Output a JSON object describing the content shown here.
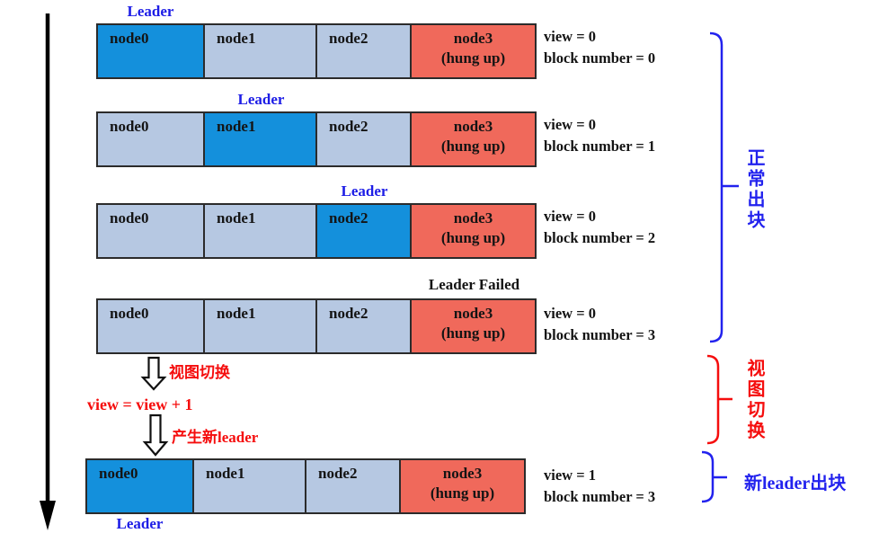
{
  "rows": [
    {
      "leader_label": "Leader",
      "nodes": [
        {
          "name": "node0"
        },
        {
          "name": "node1"
        },
        {
          "name": "node2"
        },
        {
          "name": "node3",
          "status": "(hung up)"
        }
      ],
      "view": "view = 0",
      "block": "block number = 0"
    },
    {
      "leader_label": "Leader",
      "nodes": [
        {
          "name": "node0"
        },
        {
          "name": "node1"
        },
        {
          "name": "node2"
        },
        {
          "name": "node3",
          "status": "(hung up)"
        }
      ],
      "view": "view = 0",
      "block": "block number = 1"
    },
    {
      "leader_label": "Leader",
      "nodes": [
        {
          "name": "node0"
        },
        {
          "name": "node1"
        },
        {
          "name": "node2"
        },
        {
          "name": "node3",
          "status": "(hung up)"
        }
      ],
      "view": "view = 0",
      "block": "block number = 2"
    },
    {
      "leader_label": "Leader Failed",
      "nodes": [
        {
          "name": "node0"
        },
        {
          "name": "node1"
        },
        {
          "name": "node2"
        },
        {
          "name": "node3",
          "status": "(hung up)"
        }
      ],
      "view": "view = 0",
      "block": "block number = 3"
    },
    {
      "leader_label": "Leader",
      "nodes": [
        {
          "name": "node0"
        },
        {
          "name": "node1"
        },
        {
          "name": "node2"
        },
        {
          "name": "node3",
          "status": "(hung up)"
        }
      ],
      "view": "view = 1",
      "block": "block number = 3"
    }
  ],
  "transition": {
    "step1_label": "视图切换",
    "formula": "view = view + 1",
    "step2_label": "产生新leader"
  },
  "braces": {
    "normal_blocks": "正常出块",
    "view_change": "视图切换",
    "new_leader_block": "新leader出块"
  },
  "colors": {
    "leader_node": "#1490dc",
    "normal_node": "#b6c8e2",
    "failed_node": "#f0695b",
    "leader_text": "#1d1de6",
    "annotation_red": "#f50d0d",
    "brace_blue": "#2222ee"
  }
}
